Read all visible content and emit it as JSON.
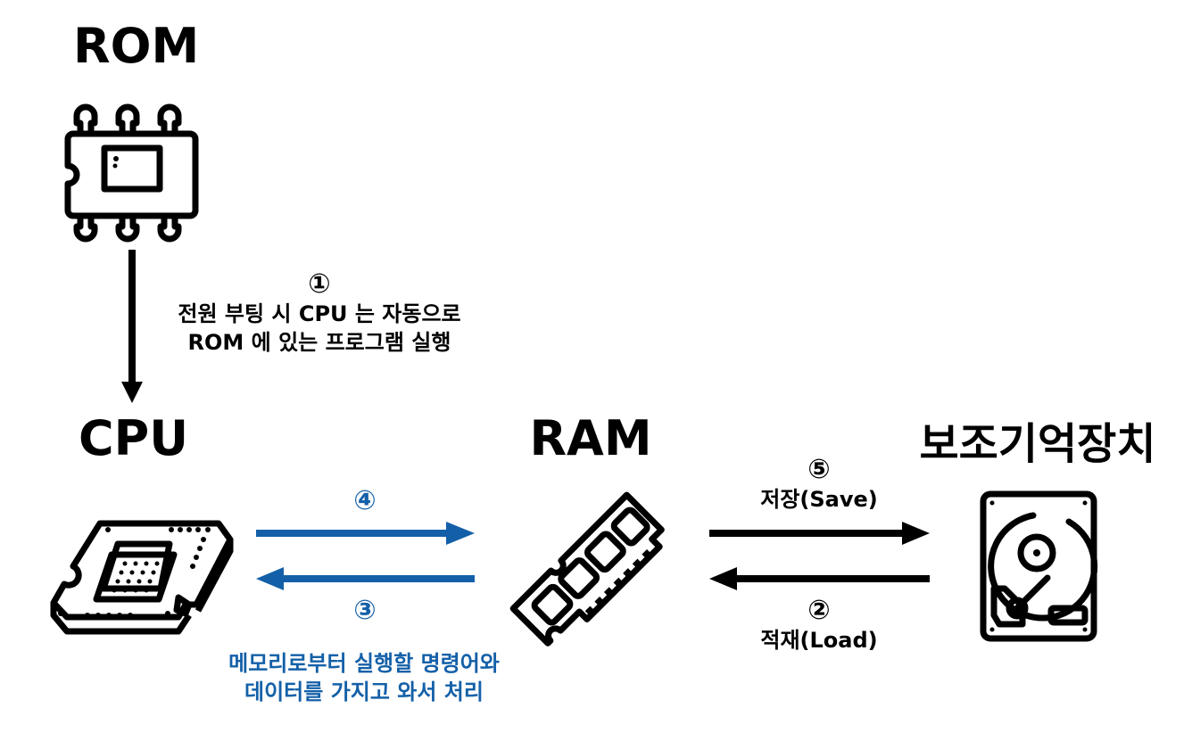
{
  "nodes": {
    "rom": {
      "title": "ROM",
      "icon": "rom-chip-icon"
    },
    "cpu": {
      "title": "CPU",
      "icon": "cpu-processor-icon"
    },
    "ram": {
      "title": "RAM",
      "icon": "ram-module-icon"
    },
    "storage": {
      "title": "보조기억장치",
      "icon": "hard-disk-icon"
    }
  },
  "steps": {
    "step1": {
      "number": "①",
      "line1": "전원 부팅 시 CPU 는 자동으로",
      "line2": "ROM 에 있는 프로그램 실행"
    },
    "step2": {
      "number": "②",
      "label": "적재(Load)"
    },
    "step3": {
      "number": "③",
      "line1": "메모리로부터 실행할 명령어와",
      "line2": "데이터를 가지고 와서 처리"
    },
    "step4": {
      "number": "④"
    },
    "step5": {
      "number": "⑤",
      "label": "저장(Save)"
    }
  },
  "colors": {
    "black_arrow": "#000000",
    "blue_arrow": "#1460a8",
    "blue_text": "#1460a8"
  }
}
